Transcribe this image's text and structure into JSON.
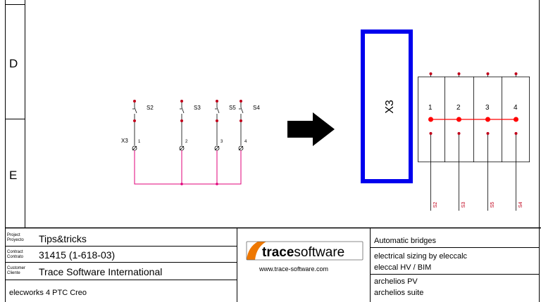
{
  "sheet": {
    "rows": [
      "D",
      "E"
    ]
  },
  "schematic": {
    "terminal_block": "X3",
    "switches": [
      {
        "label": "S2",
        "terminal": "1"
      },
      {
        "label": "S3",
        "terminal": "2"
      },
      {
        "label": "S5",
        "terminal": "3"
      },
      {
        "label": "S4",
        "terminal": "4"
      }
    ]
  },
  "bridged": {
    "block_label": "X3",
    "terminals": [
      "1",
      "2",
      "3",
      "4"
    ],
    "wire_labels": [
      "S2",
      "S3",
      "S5",
      "S4"
    ]
  },
  "title_block": {
    "project_caption_1": "Project",
    "project_caption_2": "Proyecto",
    "project_value": "Tips&tricks",
    "contract_caption_1": "Contract",
    "contract_caption_2": "Contrato",
    "contract_value": "31415 (1-618-03)",
    "customer_caption_1": "Customer",
    "customer_caption_2": "Cliente",
    "customer_value": "Trace Software International",
    "software": "elecworks 4 PTC Creo",
    "logo_text_bold": "trace",
    "logo_text_light": "software",
    "website": "www.trace-software.com",
    "descriptions": [
      "Automatic bridges",
      "electrical sizing by eleccalc",
      "eleccal HV / BIM",
      "archelios PV",
      "archelios suite"
    ]
  },
  "colors": {
    "frame": "#000000",
    "terminal_dot": "#c0001a",
    "bridge_wire": "#e0007a",
    "bridge_line": "#ff0000",
    "block_border": "#0000ee",
    "logo_orange": "#ee7700"
  }
}
